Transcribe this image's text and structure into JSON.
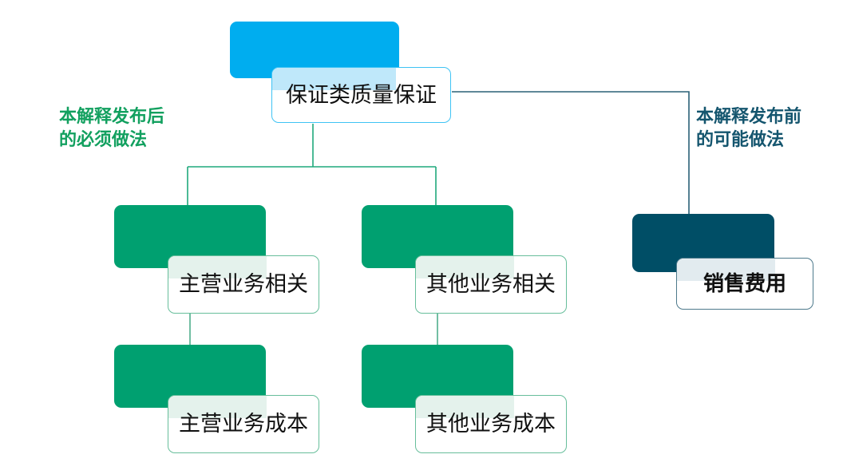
{
  "diagram": {
    "type": "tree-hierarchy",
    "title_node": "保证类质量保证",
    "colors": {
      "root_accent": "#00ADEF",
      "root_border": "#3FC3F4",
      "branch_accent": "#00A070",
      "branch_border": "#67BE9B",
      "alt_accent": "#004E66",
      "alt_border": "#4E7A8C",
      "left_note_text": "#12A05F",
      "right_note_text": "#14556E",
      "background": "#FFFFFF"
    },
    "nodes": {
      "root": {
        "label": "保证类质量保证"
      },
      "main_business_related": {
        "label": "主营业务相关"
      },
      "other_business_related": {
        "label": "其他业务相关"
      },
      "main_business_cost": {
        "label": "主营业务成本"
      },
      "other_business_cost": {
        "label": "其他业务成本"
      },
      "selling_expense": {
        "label": "销售费用"
      }
    },
    "annotations": {
      "left_note": "本解释发布后\n的必须做法",
      "right_note": "本解释发布前\n的可能做法"
    },
    "edges": [
      {
        "from": "root",
        "to": "main_business_related"
      },
      {
        "from": "root",
        "to": "other_business_related"
      },
      {
        "from": "root",
        "to": "selling_expense"
      },
      {
        "from": "main_business_related",
        "to": "main_business_cost"
      },
      {
        "from": "other_business_related",
        "to": "other_business_cost"
      }
    ]
  }
}
